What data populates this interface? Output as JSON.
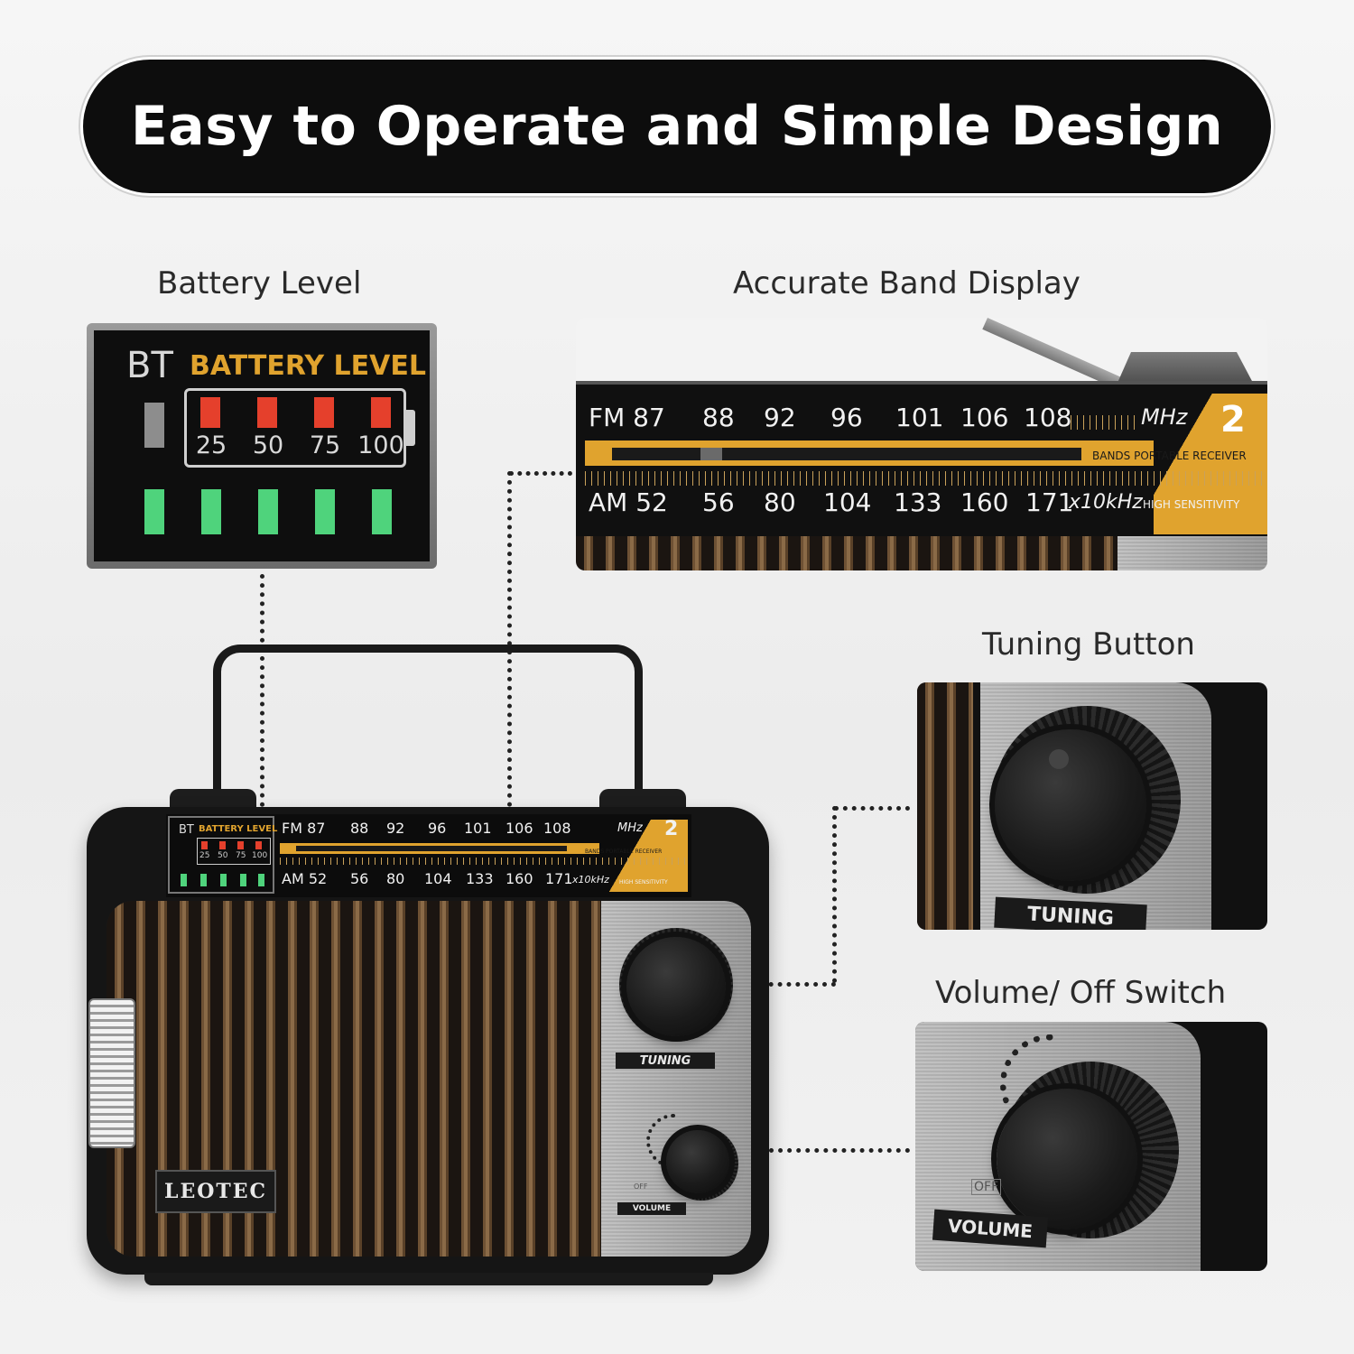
{
  "title": "Easy to Operate and Simple Design",
  "labels": {
    "battery": "Battery Level",
    "band": "Accurate Band Display",
    "tuning": "Tuning Button",
    "volume": "Volume/ Off Switch"
  },
  "battery_panel": {
    "bt": "BT",
    "header": "BATTERY LEVEL",
    "levels": [
      "25",
      "50",
      "75",
      "100"
    ]
  },
  "band_display": {
    "fm_prefix": "FM 87",
    "fm": [
      "88",
      "92",
      "96",
      "101",
      "106",
      "108"
    ],
    "fm_unit": "MHz",
    "am_prefix": "AM 52",
    "am": [
      "56",
      "80",
      "104",
      "133",
      "160",
      "171"
    ],
    "am_unit": "x10kHz",
    "bands_number": "2",
    "bands_text": "BANDS PORTABLE RECEIVER",
    "sensitivity": "HIGH SENSITIVITY"
  },
  "radio": {
    "brand": "LEOTEC",
    "tuning_label": "TUNING",
    "volume_label": "VOLUME",
    "off_label": "OFF"
  },
  "colors": {
    "accent": "#e0a32e",
    "battery_red": "#e5402c",
    "battery_green": "#4fd37c",
    "title_bg": "#0d0d0d"
  }
}
